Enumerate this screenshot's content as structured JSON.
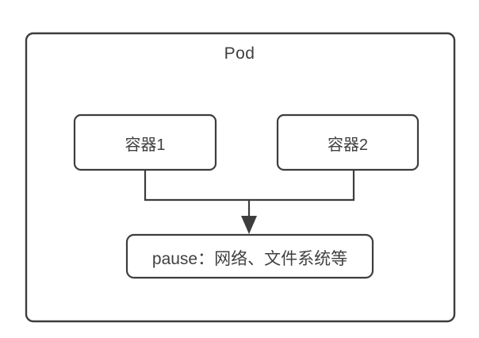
{
  "diagram": {
    "title": "Pod",
    "background_color": "#ffffff",
    "stroke_color": "#3d3d3d",
    "text_color": "#404040",
    "nodes": [
      {
        "id": "pod",
        "label": "Pod",
        "type": "group-container",
        "shape": "rounded-rectangle"
      },
      {
        "id": "container1",
        "label": "容器1",
        "type": "container",
        "shape": "rounded-rectangle"
      },
      {
        "id": "container2",
        "label": "容器2",
        "type": "container",
        "shape": "rounded-rectangle"
      },
      {
        "id": "pause",
        "label": "pause：网络、文件系统等",
        "type": "container",
        "shape": "rounded-rectangle"
      }
    ],
    "edges": [
      {
        "id": "edge-container1-to-pause",
        "from": "container1",
        "to": "pause",
        "style": "orthogonal",
        "arrow": "filled-triangle"
      },
      {
        "id": "edge-container2-to-pause",
        "from": "container2",
        "to": "pause",
        "style": "orthogonal",
        "arrow": "filled-triangle"
      }
    ]
  }
}
